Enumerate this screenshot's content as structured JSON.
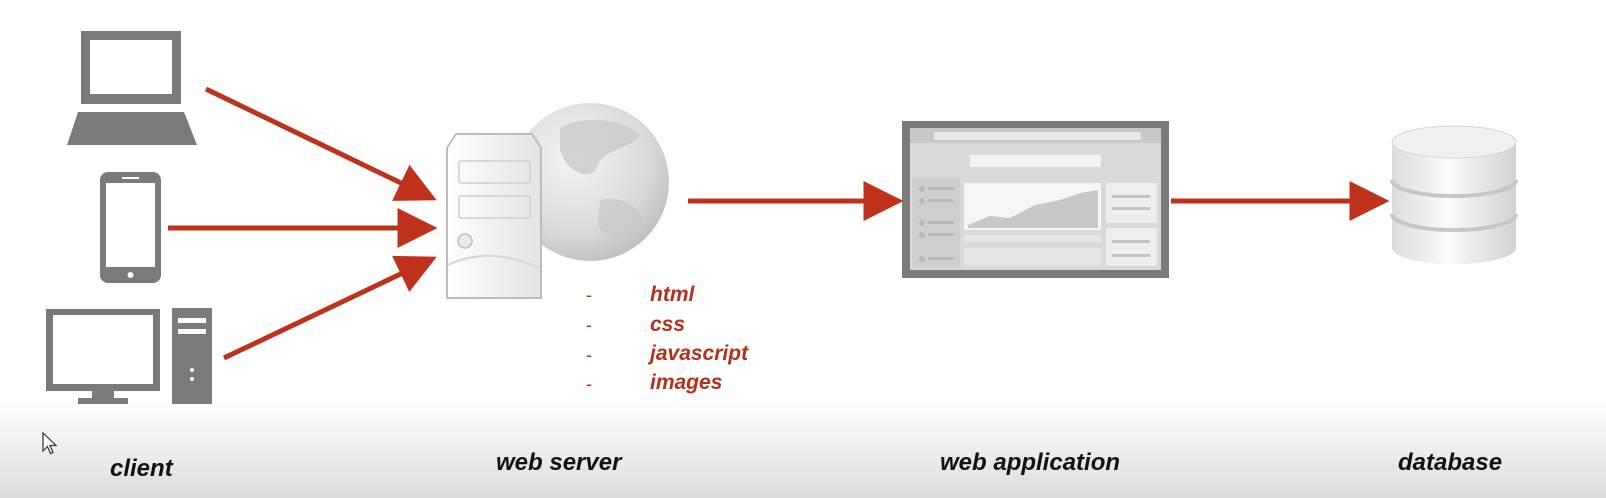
{
  "labels": {
    "client": "client",
    "web_server": "web server",
    "web_application": "web application",
    "database": "database"
  },
  "web_server_resources": {
    "dash": "-",
    "items": [
      "html",
      "css",
      "javascript",
      "images"
    ]
  },
  "colors": {
    "arrow": "#c0311c",
    "resource_text": "#b5301c",
    "label_text": "#111111",
    "device_gray": "#7a7a7a"
  },
  "icons": [
    "laptop-icon",
    "phone-icon",
    "desktop-computer-icon",
    "web-server-icon",
    "globe-icon",
    "web-application-icon",
    "database-icon",
    "mouse-cursor-icon"
  ]
}
